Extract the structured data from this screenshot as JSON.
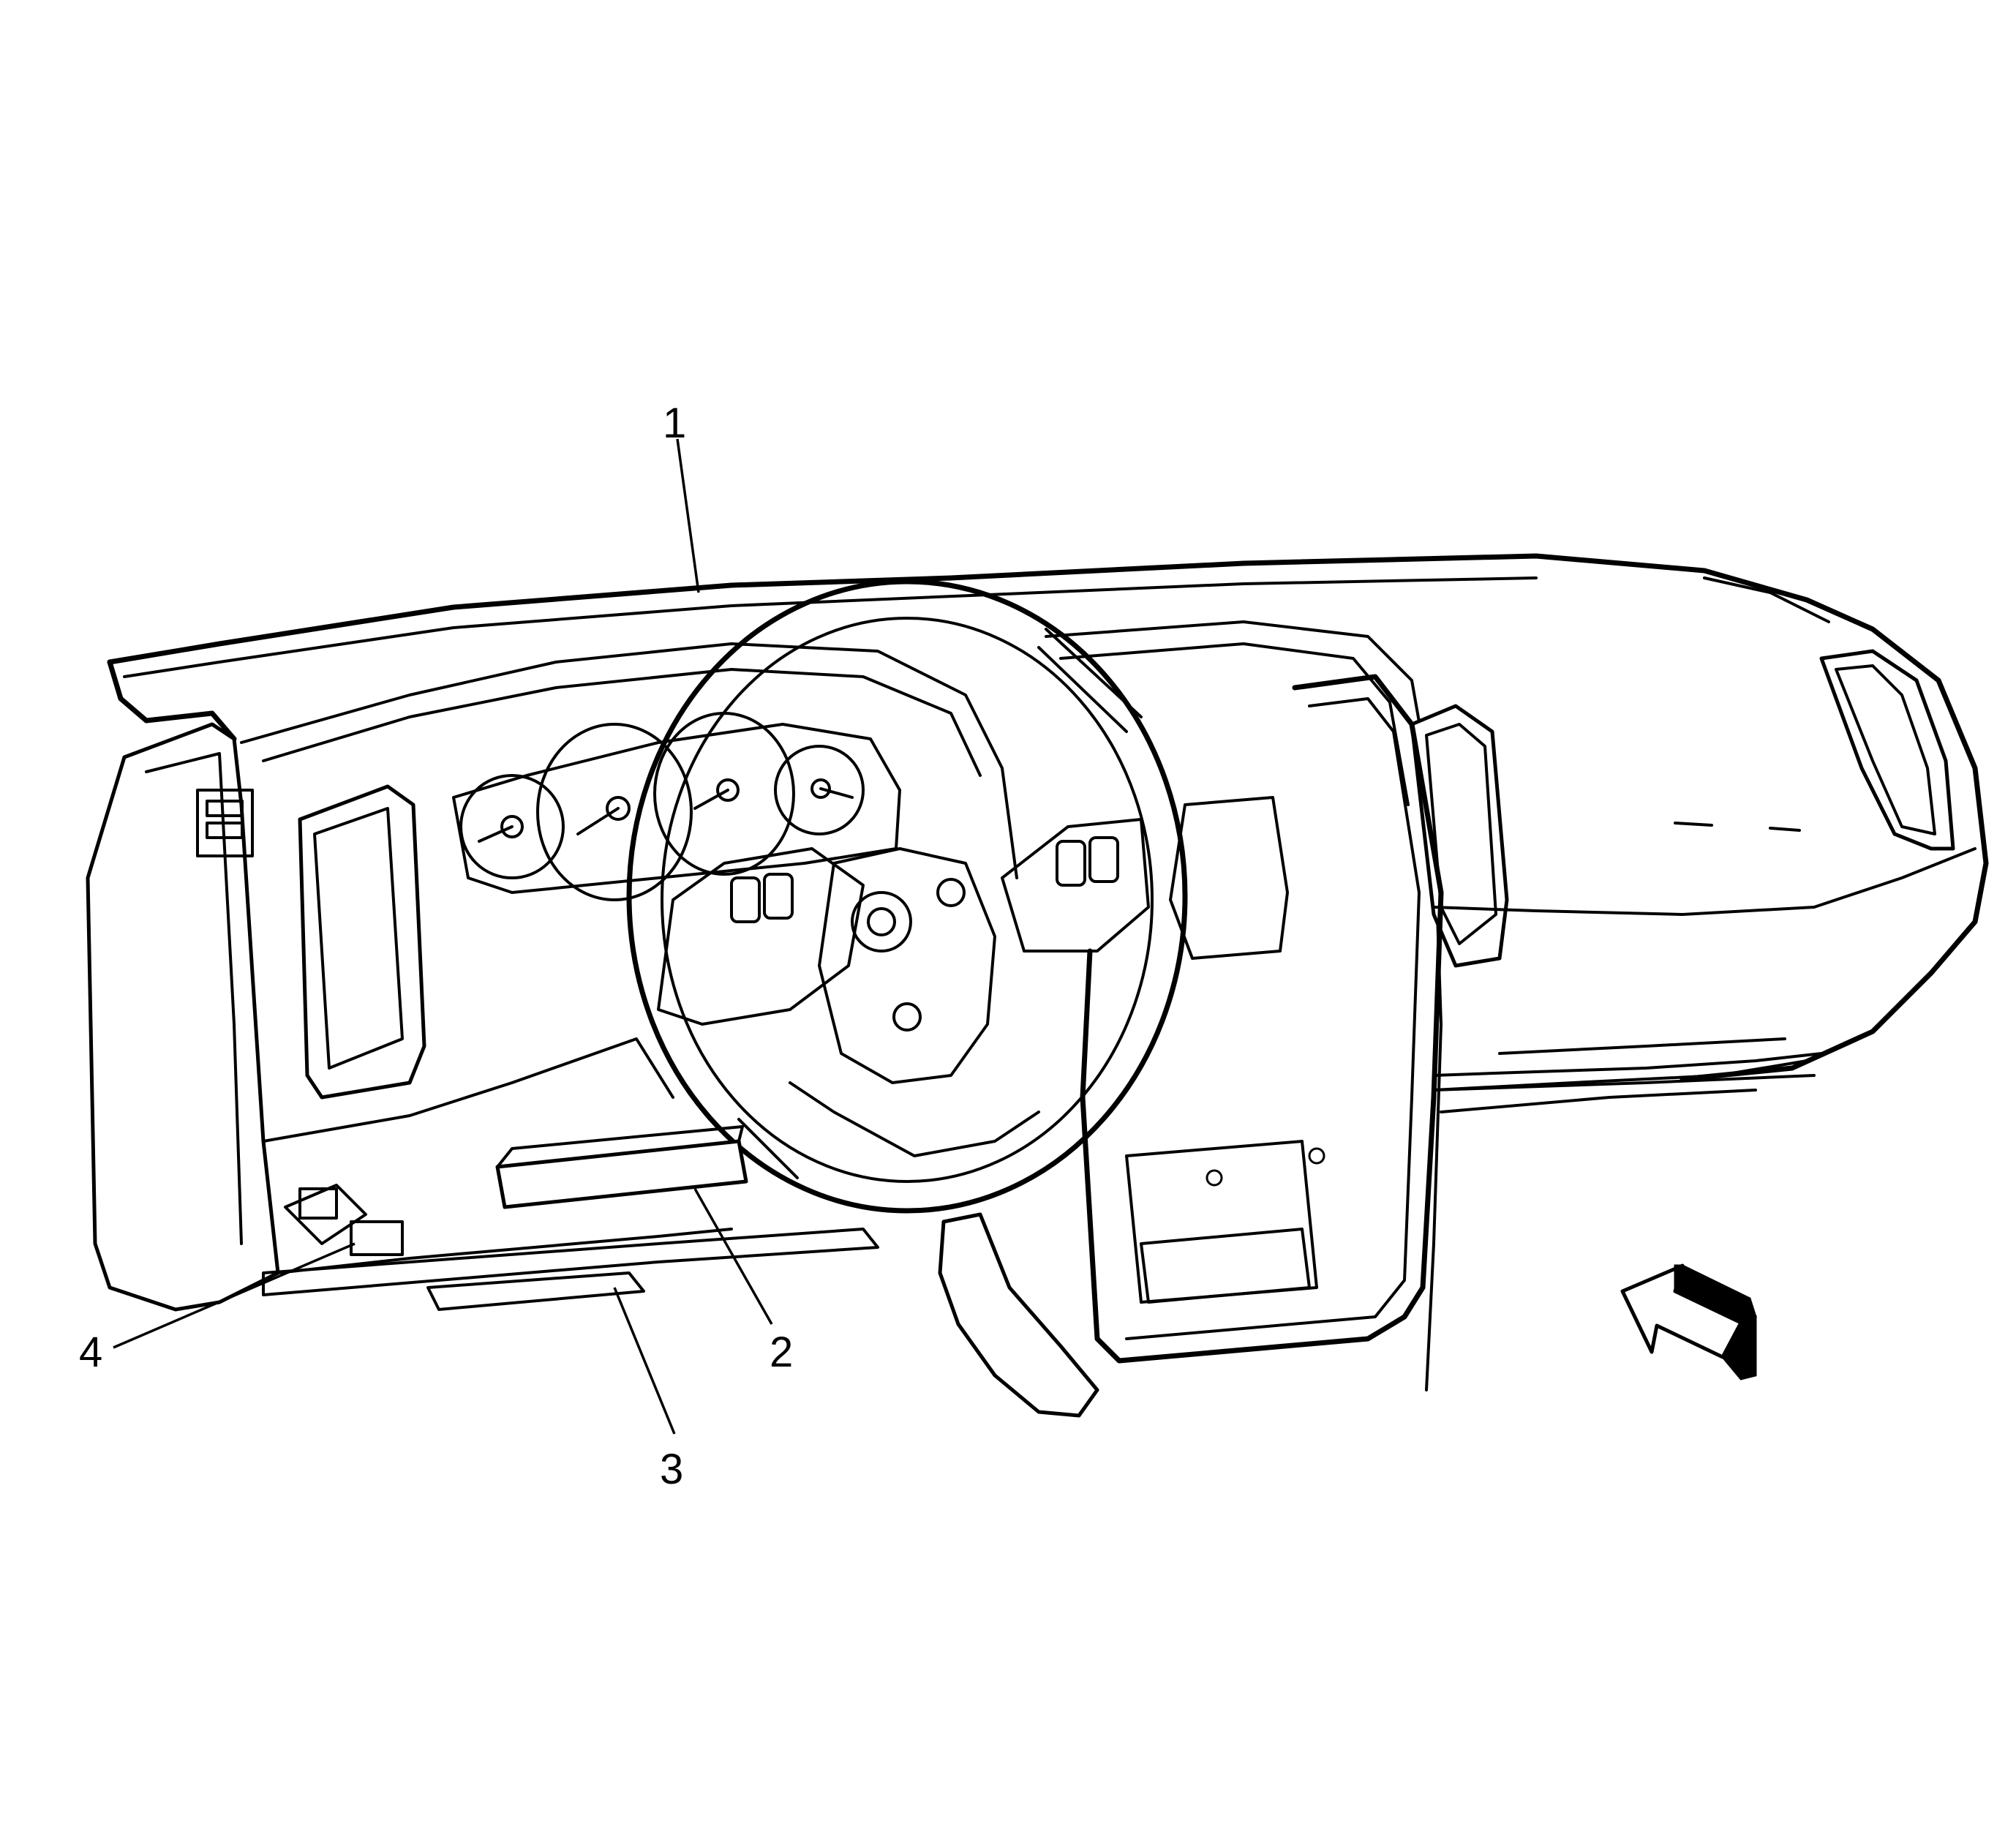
{
  "callouts": [
    {
      "id": "1",
      "label": "1"
    },
    {
      "id": "2",
      "label": "2"
    },
    {
      "id": "3",
      "label": "3"
    },
    {
      "id": "4",
      "label": "4"
    }
  ],
  "colors": {
    "line": "#000000",
    "background": "#ffffff"
  },
  "icons": {
    "view_arrow": "view-direction-arrow-icon"
  }
}
